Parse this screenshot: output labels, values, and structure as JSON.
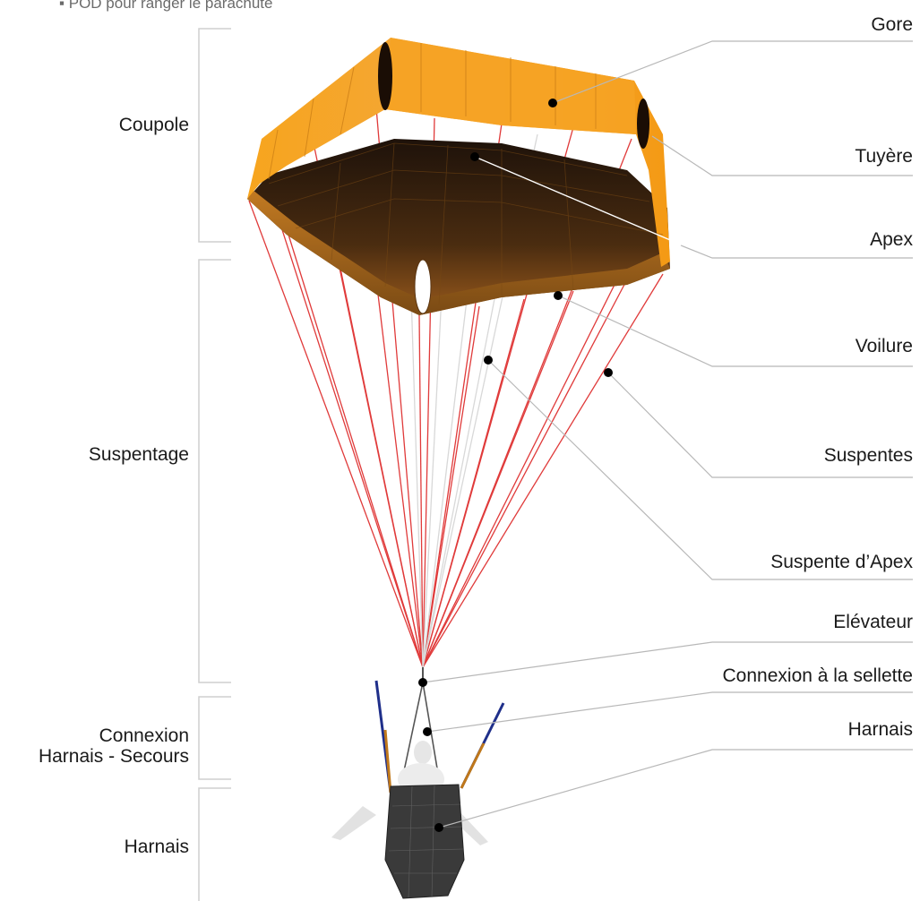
{
  "note": "▪ POD pour ranger le parachute",
  "groups": {
    "coupole": "Coupole",
    "suspentage": "Suspentage",
    "connexion": [
      "Connexion",
      "Harnais - Secours"
    ],
    "harnais": "Harnais"
  },
  "callouts": {
    "gore": "Gore",
    "tuyere": "Tuyère",
    "apex": "Apex",
    "voilure": "Voilure",
    "suspentes": "Suspentes",
    "suspente_apex": "Suspente d’Apex",
    "elevateur": "Elévateur",
    "connexion_sellette": "Connexion à la sellette",
    "harnais": "Harnais"
  },
  "colors": {
    "canopy_top": "#f5a21c",
    "canopy_inner": "#4a2c10",
    "lines_red": "#e03a3a",
    "lines_white": "#c8c8c8",
    "harness": "#3a3a3a",
    "bracket": "#cfcfcf"
  }
}
